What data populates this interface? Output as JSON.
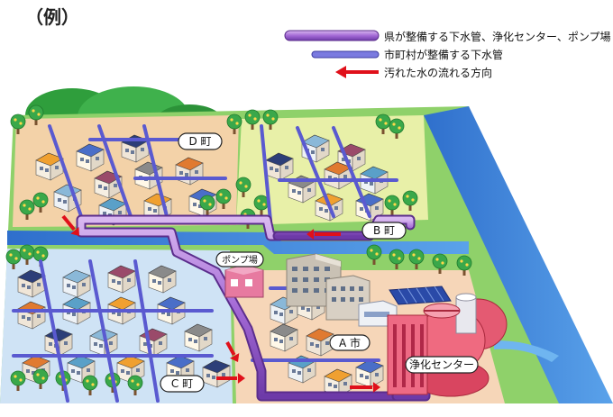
{
  "title": "（例）",
  "legend": {
    "prefecture_pipe": "県が整備する下水管、浄化センター、ポンプ場",
    "municipal_pipe": "市町村が整備する下水管",
    "flow_arrow": "汚れた水の流れる方向"
  },
  "labels": {
    "d_town": "D 町",
    "b_town": "B 町",
    "c_town": "C 町",
    "a_city": "A 市",
    "pump_station": "ポンプ場",
    "treatment_center": "浄化センター"
  },
  "colors": {
    "prefecture_pipe": "#9b59c8",
    "municipal_pipe": "#6a6ad8",
    "flow_arrow": "#e0101a",
    "river": "#3f7fd6",
    "grass": "#cfe7a0",
    "land": "#f6d6b0",
    "residential": "#cfe3f5"
  },
  "icons": [
    "house-icon",
    "tree-icon",
    "hill-icon",
    "building-icon",
    "pump-station-icon",
    "treatment-tank-icon"
  ]
}
